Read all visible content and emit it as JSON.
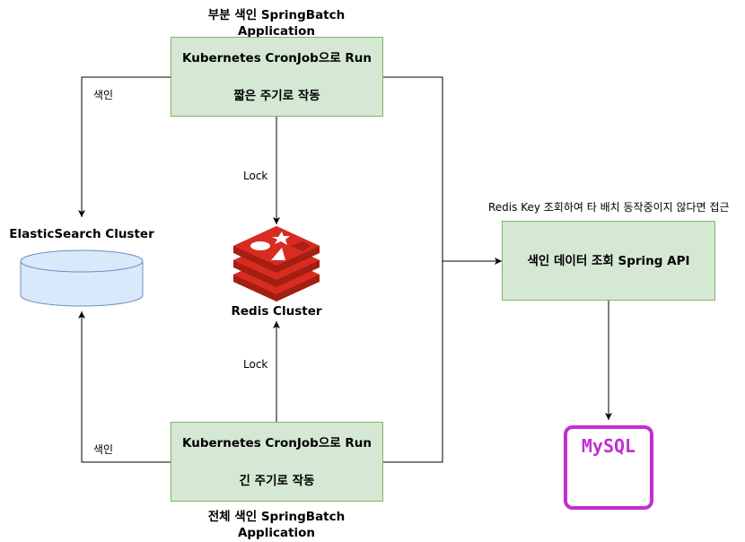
{
  "top_app": {
    "title_line1": "부분 색인 SpringBatch",
    "title_line2": "Application",
    "line1": "Kubernetes CronJob으로 Run",
    "line2": "짧은 주기로 작동"
  },
  "bottom_app": {
    "title_line1": "전체 색인 SpringBatch",
    "title_line2": "Application",
    "line1": "Kubernetes CronJob으로 Run",
    "line2": "긴 주기로 작동"
  },
  "elasticsearch": {
    "label": "ElasticSearch Cluster",
    "fill": "#dae8fc",
    "stroke": "#6c8ebf"
  },
  "redis": {
    "label": "Redis Cluster",
    "color": "#d82c20"
  },
  "api": {
    "label": "색인 데이터 조회 Spring API",
    "note": "Redis Key 조회하여 타 배치 동작중이지 않다면 접근"
  },
  "mysql": {
    "label": "MySQL",
    "color": "#c22fd0"
  },
  "edge_labels": {
    "top_index": "색인",
    "top_lock": "Lock",
    "bottom_lock": "Lock",
    "bottom_index": "색인"
  },
  "colors": {
    "box_fill": "#d5e8d4",
    "box_stroke": "#82b366"
  }
}
